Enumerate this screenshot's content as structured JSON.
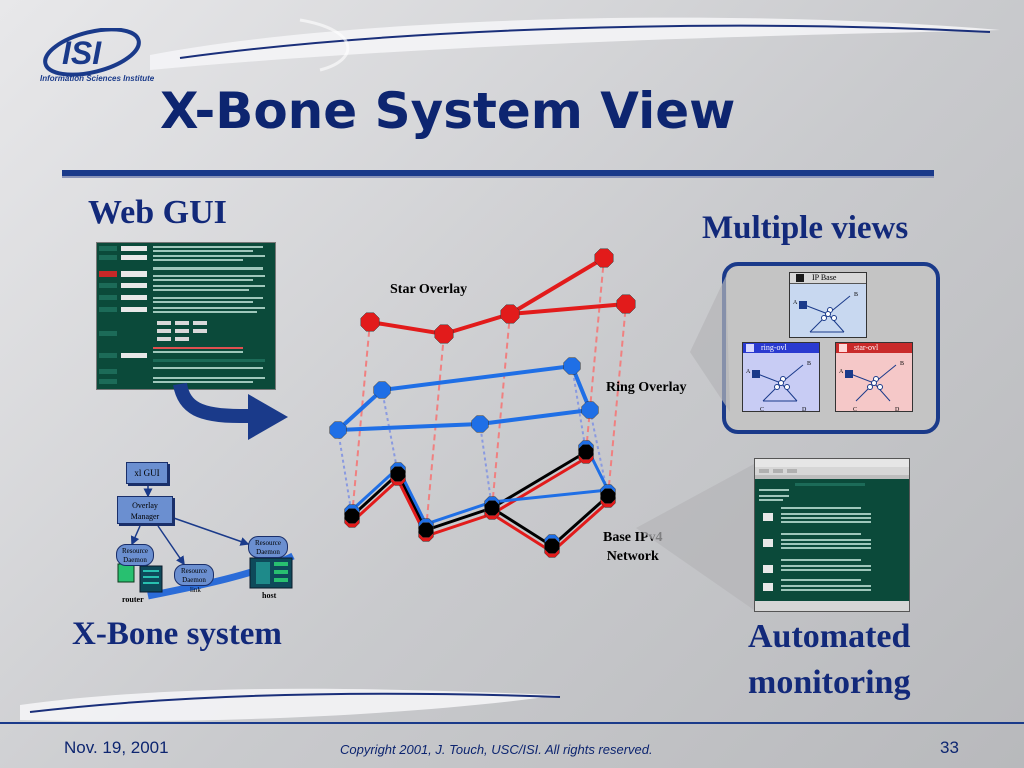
{
  "slide": {
    "title": "X-Bone System View",
    "logo": {
      "text": "ISI",
      "subtitle": "Information Sciences Institute"
    }
  },
  "labels": {
    "web_gui": "Web GUI",
    "multiple_views": "Multiple views",
    "star_overlay": "Star Overlay",
    "ring_overlay": "Ring Overlay",
    "base_ipv4_line1": "Base IPv4",
    "base_ipv4_line2": "Network",
    "xbone_system": "X-Bone system",
    "automated_line1": "Automated",
    "automated_line2": "monitoring"
  },
  "system_diagram": {
    "xl_gui": "xl GUI",
    "overlay_manager_line1": "Overlay",
    "overlay_manager_line2": "Manager",
    "resource_daemon_line1": "Resource",
    "resource_daemon_line2": "Daemon",
    "router": "router",
    "host": "host",
    "link": "link"
  },
  "views": {
    "ip_base": "IP Base",
    "ring_ovl": "ring-ovl",
    "star_ovl": "star-ovl",
    "nodes": [
      "A",
      "B",
      "C",
      "D"
    ]
  },
  "footer": {
    "date": "Nov. 19, 2001",
    "copyright": "Copyright 2001, J. Touch, USC/ISI.  All rights reserved.",
    "page": "33"
  },
  "colors": {
    "title": "#0d2570",
    "star": "#e21b1b",
    "ring": "#1f6fe6",
    "base": "#000000"
  }
}
